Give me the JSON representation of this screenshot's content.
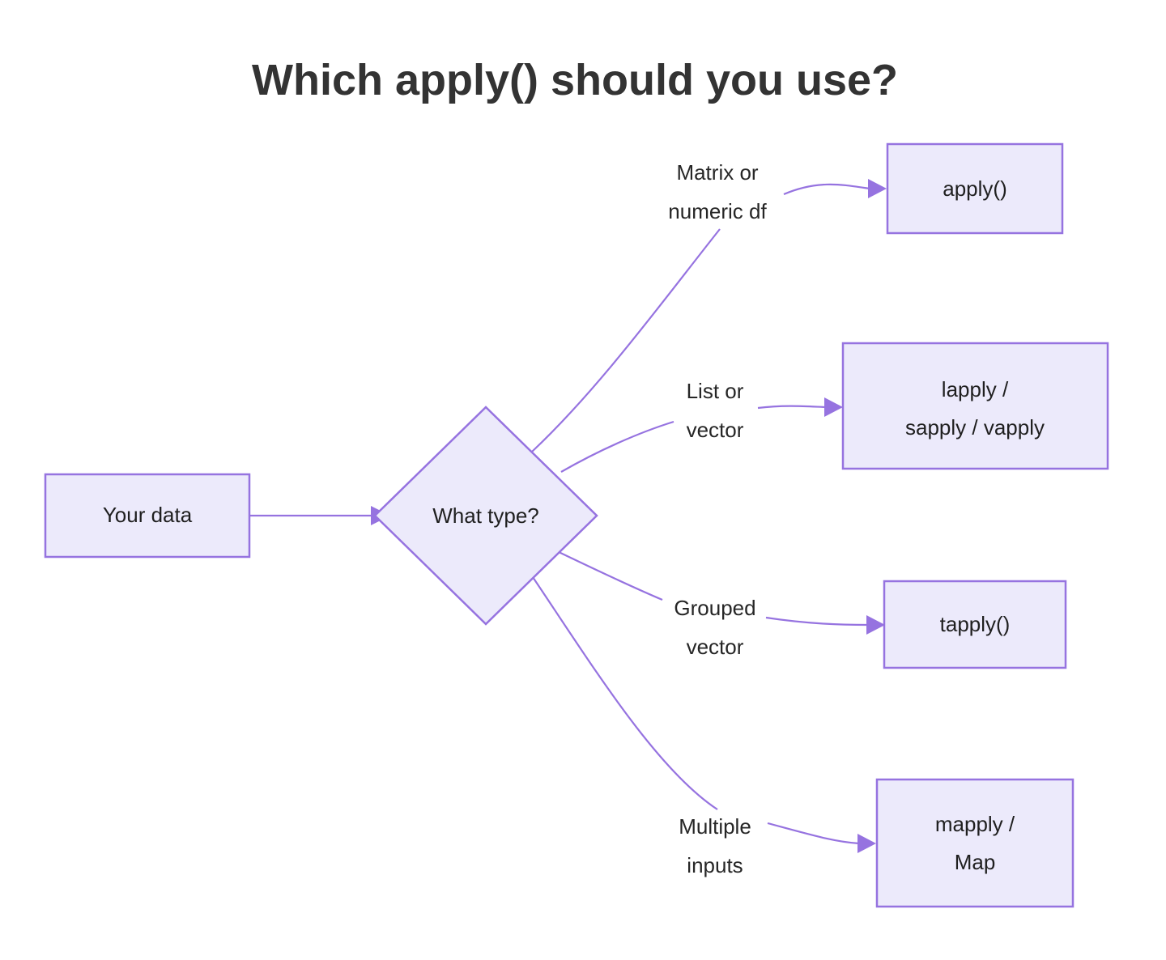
{
  "title": "Which apply() should you use?",
  "theme": {
    "background": "#ffffff",
    "node_fill": "#ECEAFB",
    "node_stroke": "#9673E0",
    "edge_stroke": "#9673E0",
    "text_color": "#1F1F1F",
    "title_color": "#333333"
  },
  "diagram": {
    "type": "flowchart",
    "direction": "left-to-right",
    "start": {
      "id": "your-data",
      "shape": "rectangle",
      "label": "Your data"
    },
    "decision": {
      "id": "what-type",
      "shape": "diamond",
      "label": "What type?"
    },
    "branches": [
      {
        "id": "branch-matrix",
        "edge_label_line1": "Matrix or",
        "edge_label_line2": "numeric df",
        "target_id": "apply",
        "target_line1": "apply()",
        "target_line2": ""
      },
      {
        "id": "branch-list",
        "edge_label_line1": "List or",
        "edge_label_line2": "vector",
        "target_id": "lapply-sapply-vapply",
        "target_line1": "lapply /",
        "target_line2": "sapply / vapply"
      },
      {
        "id": "branch-grouped",
        "edge_label_line1": "Grouped",
        "edge_label_line2": "vector",
        "target_id": "tapply",
        "target_line1": "tapply()",
        "target_line2": ""
      },
      {
        "id": "branch-multiple",
        "edge_label_line1": "Multiple",
        "edge_label_line2": "inputs",
        "target_id": "mapply-map",
        "target_line1": "mapply /",
        "target_line2": "Map"
      }
    ]
  }
}
